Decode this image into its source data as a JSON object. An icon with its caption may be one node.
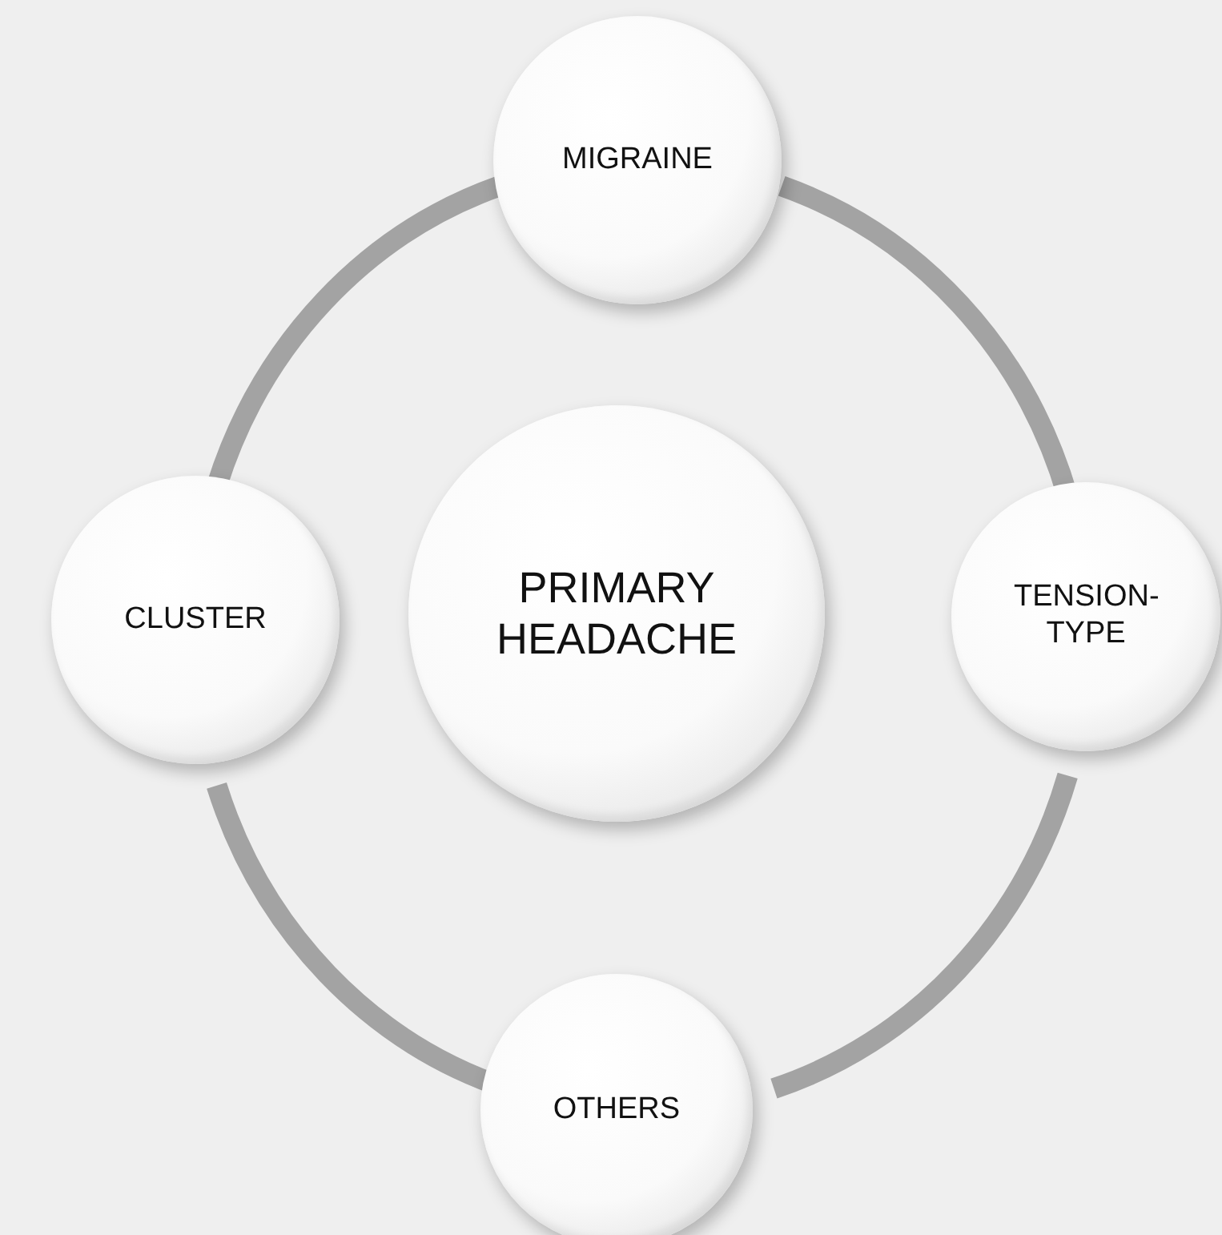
{
  "diagram": {
    "nodes": [
      {
        "text": [
          "MIGRAINE"
        ]
      },
      {
        "text": [
          "CLUSTER"
        ]
      },
      {
        "text": [
          "PRIMARY HEADACHE"
        ]
      },
      {
        "text": [
          "TENSION-TYPE"
        ]
      },
      {
        "text": [
          "OTHERS"
        ]
      }
    ],
    "edges": [
      {
        "from": 0,
        "to": 3,
        "arrow": "none"
      },
      {
        "from": 3,
        "to": 4,
        "arrow": "none"
      },
      {
        "from": 4,
        "to": 1,
        "arrow": "none"
      },
      {
        "from": 1,
        "to": 0,
        "arrow": "none"
      }
    ]
  }
}
